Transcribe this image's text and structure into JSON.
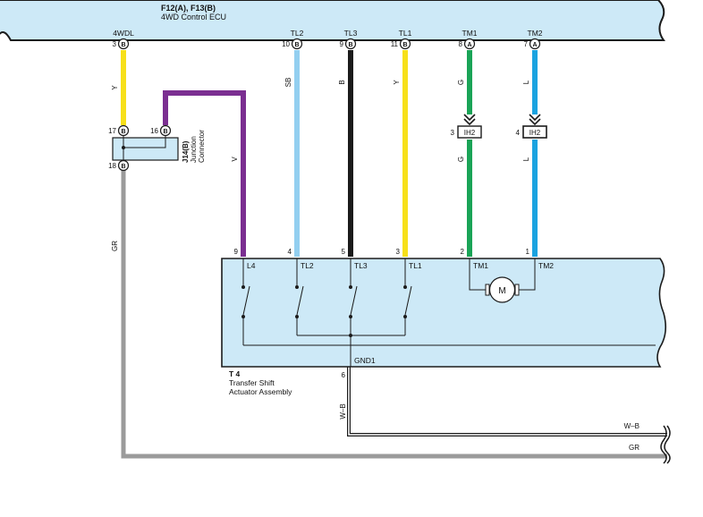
{
  "ecu": {
    "connectors": "F12(A), F13(B)",
    "name": "4WD Control ECU",
    "terminals": [
      {
        "label": "4WDL",
        "pin": "3",
        "conn": "B"
      },
      {
        "label": "TL2",
        "pin": "10",
        "conn": "B"
      },
      {
        "label": "TL3",
        "pin": "9",
        "conn": "B"
      },
      {
        "label": "TL1",
        "pin": "11",
        "conn": "B"
      },
      {
        "label": "TM1",
        "pin": "8",
        "conn": "A"
      },
      {
        "label": "TM2",
        "pin": "7",
        "conn": "A"
      }
    ]
  },
  "wires": {
    "w4wdl": "Y",
    "wtl2": "SB",
    "wtl3": "B",
    "wtl1": "Y",
    "wtm1_top": "G",
    "wtm2_top": "L",
    "wtm1_bot": "G",
    "wtm2_bot": "L",
    "wv": "V",
    "wgr": "GR",
    "wwb": "W–B"
  },
  "junction": {
    "code": "J14(B)",
    "name1": "Junction",
    "name2": "Connector",
    "pins": [
      {
        "pin": "17",
        "conn": "B"
      },
      {
        "pin": "16",
        "conn": "B"
      },
      {
        "pin": "18",
        "conn": "B"
      }
    ]
  },
  "ih2": [
    {
      "pin": "3",
      "label": "IH2"
    },
    {
      "pin": "4",
      "label": "IH2"
    }
  ],
  "actuator": {
    "code": "T 4",
    "name1": "Transfer Shift",
    "name2": "Actuator Assembly",
    "pins": [
      "9",
      "4",
      "5",
      "3",
      "2",
      "1"
    ],
    "terms": [
      "L4",
      "TL2",
      "TL3",
      "TL1",
      "TM1",
      "TM2"
    ],
    "gnd": "GND1",
    "gnd_pin": "6",
    "motor": "M"
  },
  "right_labels": {
    "wb": "W–B",
    "gr": "GR"
  },
  "colors": {
    "box_fill": "#cde9f7",
    "yellow": "#f7e01a",
    "sky": "#93cff0",
    "black": "#1b1b1b",
    "green": "#1aa457",
    "blue": "#1aa3e0",
    "violet": "#7b2f91",
    "gray": "#9b9b9b"
  }
}
